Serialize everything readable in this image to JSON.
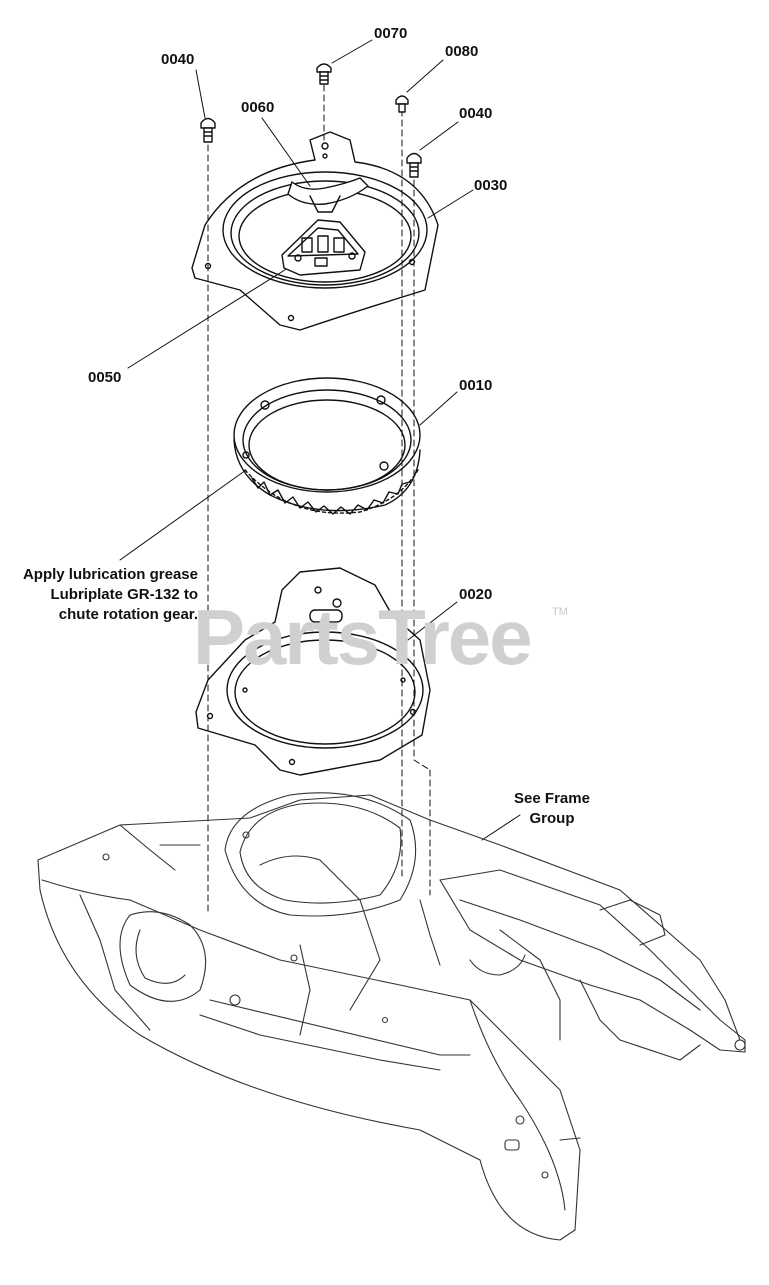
{
  "callouts": {
    "p0040_left": "0040",
    "p0070": "0070",
    "p0080": "0080",
    "p0040_right": "0040",
    "p0060": "0060",
    "p0030": "0030",
    "p0050": "0050",
    "p0010": "0010",
    "p0020": "0020"
  },
  "notes": {
    "grease": [
      "Apply lubrication grease",
      "Lubriplate GR-132 to",
      "chute rotation gear."
    ],
    "frame": [
      "See Frame",
      "Group"
    ]
  },
  "watermark": {
    "text": "PartsTree",
    "trademark": "TM"
  },
  "colors": {
    "line": "#111111",
    "watermark": "#d0d0d0"
  }
}
